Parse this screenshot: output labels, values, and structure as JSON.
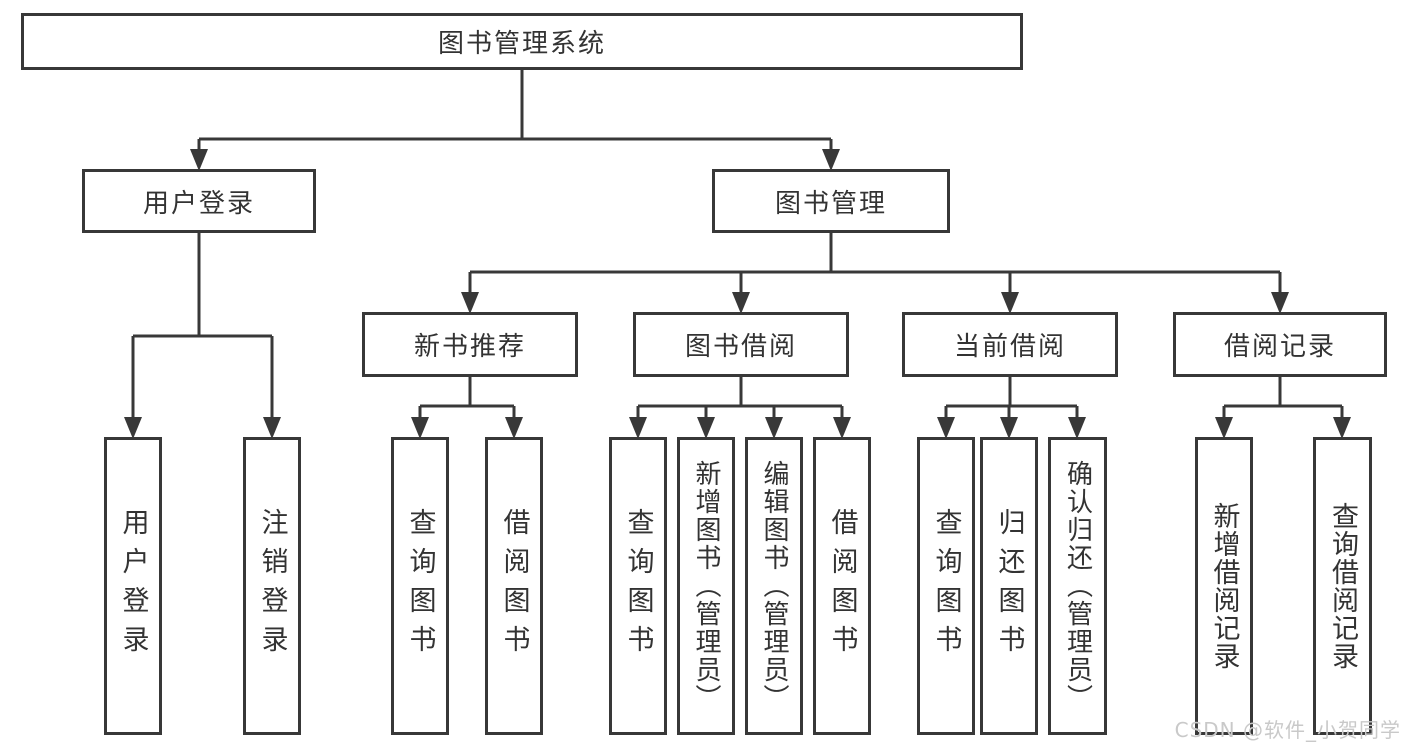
{
  "diagram": {
    "root": {
      "label": "图书管理系统"
    },
    "level2": [
      {
        "label": "用户登录"
      },
      {
        "label": "图书管理"
      }
    ],
    "level3": [
      {
        "label": "新书推荐"
      },
      {
        "label": "图书借阅"
      },
      {
        "label": "当前借阅"
      },
      {
        "label": "借阅记录"
      }
    ],
    "leaves": [
      {
        "label": "用户登录"
      },
      {
        "label": "注销登录"
      },
      {
        "label": "查询图书"
      },
      {
        "label": "借阅图书"
      },
      {
        "label": "查询图书"
      },
      {
        "label": "新增图书（管理员）"
      },
      {
        "label": "编辑图书（管理员）"
      },
      {
        "label": "借阅图书"
      },
      {
        "label": "查询图书"
      },
      {
        "label": "归还图书"
      },
      {
        "label": "确认归还（管理员）"
      },
      {
        "label": "新增借阅记录"
      },
      {
        "label": "查询借阅记录"
      }
    ]
  },
  "watermark": {
    "text": "CSDN @软件_小贺同学"
  },
  "colors": {
    "line": "#383838",
    "text": "#333333",
    "watermark": "#c9c9c9",
    "background": "#ffffff"
  }
}
